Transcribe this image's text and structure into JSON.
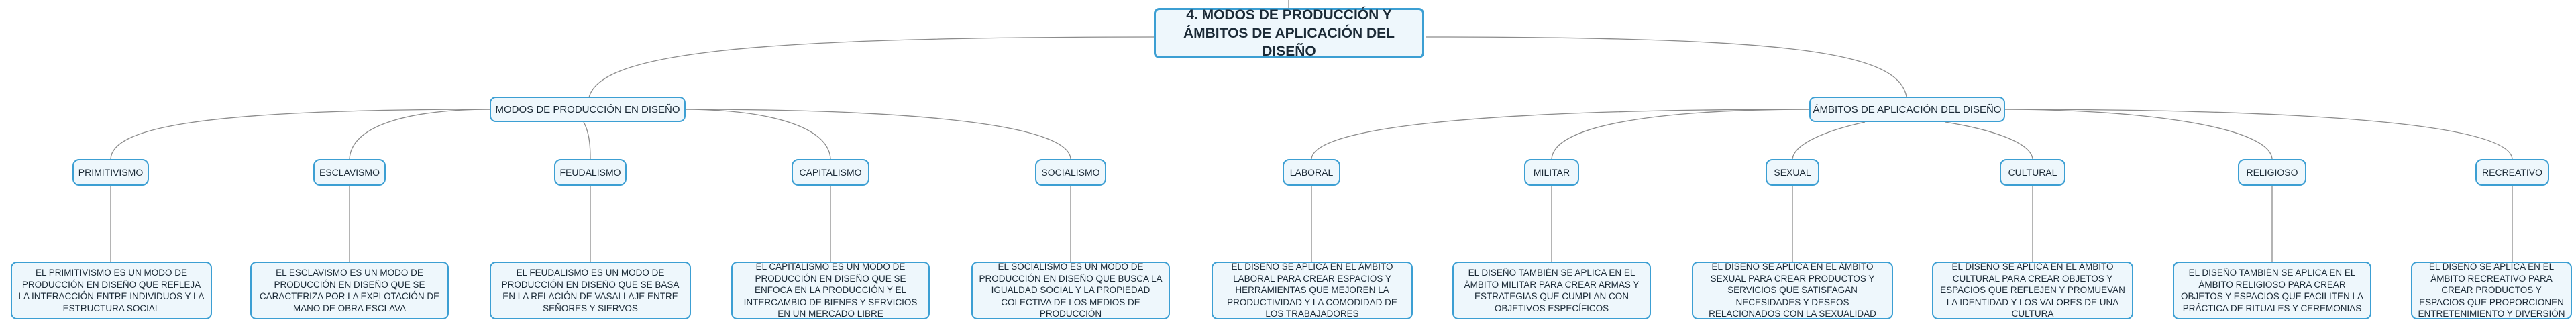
{
  "root": {
    "title": "4. MODOS DE PRODUCCIÓN Y ÁMBITOS DE APLICACIÓN DEL DISEÑO"
  },
  "branches": [
    {
      "label": "MODOS DE PRODUCCIÓN EN DISEÑO",
      "children": [
        {
          "label": "PRIMITIVISMO",
          "description": "EL PRIMITIVISMO ES UN MODO DE PRODUCCIÓN EN DISEÑO QUE REFLEJA LA INTERACCIÓN ENTRE INDIVIDUOS Y LA ESTRUCTURA SOCIAL"
        },
        {
          "label": "ESCLAVISMO",
          "description": "EL ESCLAVISMO ES UN MODO DE PRODUCCIÓN EN DISEÑO QUE SE CARACTERIZA POR LA EXPLOTACIÓN DE MANO DE OBRA ESCLAVA"
        },
        {
          "label": "FEUDALISMO",
          "description": "EL FEUDALISMO ES UN MODO DE PRODUCCIÓN EN DISEÑO QUE SE BASA EN LA RELACIÓN DE VASALLAJE ENTRE SEÑORES Y SIERVOS"
        },
        {
          "label": "CAPITALISMO",
          "description": "EL CAPITALISMO ES UN MODO DE PRODUCCIÓN EN DISEÑO QUE SE ENFOCA EN LA PRODUCCIÓN Y EL INTERCAMBIO DE BIENES Y SERVICIOS EN UN MERCADO LIBRE"
        },
        {
          "label": "SOCIALISMO",
          "description": "EL SOCIALISMO ES UN MODO DE PRODUCCIÓN EN DISEÑO QUE BUSCA LA IGUALDAD SOCIAL Y LA PROPIEDAD COLECTIVA DE LOS MEDIOS DE PRODUCCIÓN"
        }
      ]
    },
    {
      "label": "ÁMBITOS DE APLICACIÓN DEL DISEÑO",
      "children": [
        {
          "label": "LABORAL",
          "description": "EL DISEÑO SE APLICA EN EL ÁMBITO LABORAL PARA CREAR ESPACIOS Y HERRAMIENTAS QUE MEJOREN LA PRODUCTIVIDAD Y LA COMODIDAD DE LOS TRABAJADORES"
        },
        {
          "label": "MILITAR",
          "description": "EL DISEÑO TAMBIÉN SE APLICA EN EL ÁMBITO MILITAR PARA CREAR ARMAS Y ESTRATEGIAS QUE CUMPLAN CON OBJETIVOS ESPECÍFICOS"
        },
        {
          "label": "SEXUAL",
          "description": "EL DISEÑO SE APLICA EN EL ÁMBITO SEXUAL PARA CREAR PRODUCTOS Y SERVICIOS QUE SATISFAGAN NECESIDADES Y DESEOS RELACIONADOS CON LA SEXUALIDAD"
        },
        {
          "label": "CULTURAL",
          "description": "EL DISEÑO SE APLICA EN EL ÁMBITO CULTURAL PARA CREAR OBJETOS Y ESPACIOS QUE REFLEJEN Y PROMUEVAN LA IDENTIDAD Y LOS VALORES DE UNA CULTURA"
        },
        {
          "label": "RELIGIOSO",
          "description": "EL DISEÑO TAMBIÉN SE APLICA EN EL ÁMBITO RELIGIOSO PARA CREAR OBJETOS Y ESPACIOS QUE FACILITEN LA PRÁCTICA DE RITUALES Y CEREMONIAS"
        },
        {
          "label": "RECREATIVO",
          "description": "EL DISEÑO SE APLICA EN EL ÁMBITO RECREATIVO PARA CREAR PRODUCTOS Y ESPACIOS QUE PROPORCIONEN ENTRETENIMIENTO Y DIVERSIÓN"
        }
      ]
    }
  ],
  "colors": {
    "node_border": "#3c9fd3",
    "node_fill": "#eef7fc",
    "connector": "#8c8c8c",
    "text": "#1b2a36"
  }
}
